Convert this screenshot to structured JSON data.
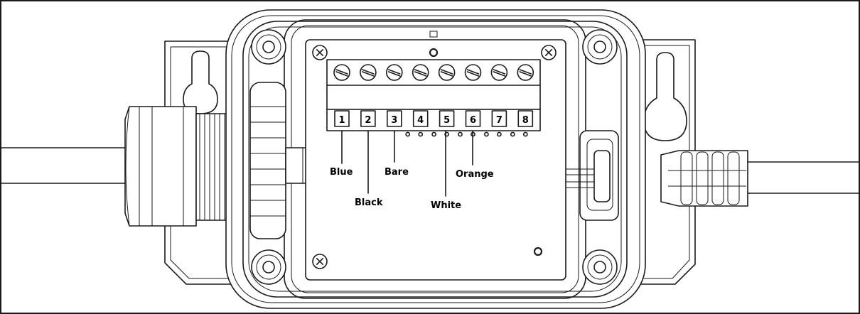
{
  "terminals": [
    "1",
    "2",
    "3",
    "4",
    "5",
    "6",
    "7",
    "8"
  ],
  "wire_labels": {
    "blue": "Blue",
    "black": "Black",
    "bare": "Bare",
    "white": "White",
    "orange": "Orange"
  }
}
